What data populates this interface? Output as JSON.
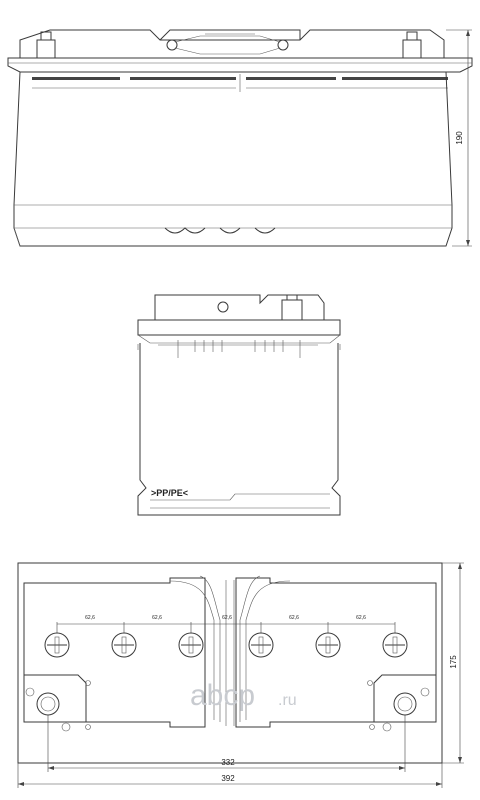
{
  "dimensions": {
    "height": "190",
    "width": "175",
    "inner_length": "332",
    "overall_length": "392",
    "terminal_pitch": [
      "62,6",
      "62,6",
      "62,6",
      "62,6",
      "62,6"
    ]
  },
  "material_mark": ">PP/PE<",
  "watermark": {
    "main": "abcp",
    "suffix": ".ru"
  },
  "colors": {
    "line": "#3a3a3a",
    "watermark": "#c8cbd0"
  }
}
